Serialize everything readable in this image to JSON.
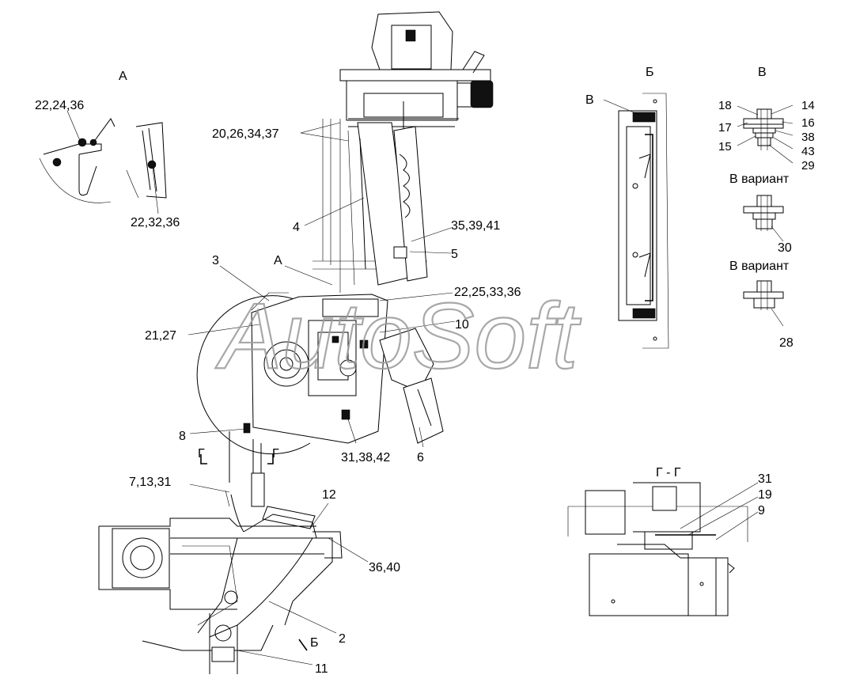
{
  "watermark": "AutoSoft",
  "views": {
    "main": {
      "letter": "А",
      "section_g": "Г"
    },
    "detail_a": {
      "title": "А",
      "labels": [
        "22,24,36",
        "22,32,36"
      ]
    },
    "detail_b": {
      "title": "Б",
      "labels": [
        "В"
      ]
    },
    "detail_v": {
      "title": "В",
      "labels": [
        "18",
        "17",
        "15",
        "14",
        "16",
        "38",
        "43",
        "29"
      ],
      "variant_caption": "В вариант",
      "variant1_label": "30",
      "variant2_label": "28"
    },
    "section_gg": {
      "title": "Г - Г",
      "labels": [
        "31",
        "19",
        "9"
      ]
    }
  },
  "callouts": {
    "c_20_26_34_37": "20,26,34,37",
    "c_4": "4",
    "c_35_39_41": "35,39,41",
    "c_5": "5",
    "c_3": "3",
    "c_a": "А",
    "c_22_25_33_36": "22,25,33,36",
    "c_21_27": "21,27",
    "c_10": "10",
    "c_8": "8",
    "c_31_38_42": "31,38,42",
    "c_6": "6",
    "c_7_13_31": "7,13,31",
    "c_12": "12",
    "c_36_40": "36,40",
    "c_2": "2",
    "c_b": "Б",
    "c_11": "11"
  }
}
